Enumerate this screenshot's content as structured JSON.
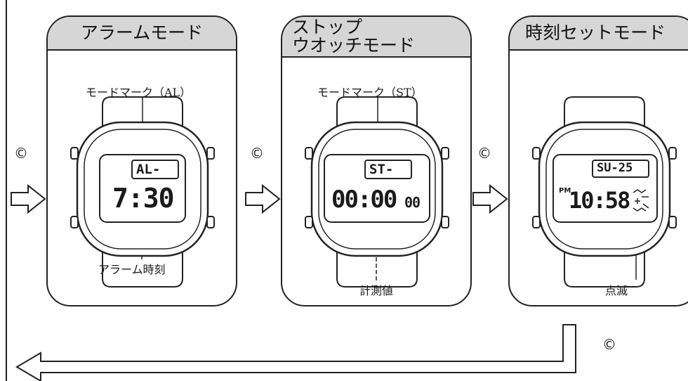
{
  "panels": [
    {
      "title": "アラームモード",
      "top_label": "モードマーク（AL）",
      "bottom_label": "アラーム時刻",
      "lcd": {
        "small_left": "",
        "mode_box": "AL-",
        "time": "7:30",
        "suffix": ""
      }
    },
    {
      "title_line1": "ストップ",
      "title_line2": "ウオッチモード",
      "top_label": "モードマーク（ST）",
      "bottom_label": "計測値",
      "lcd": {
        "small_left": "",
        "mode_box": "ST-",
        "time": "00:00",
        "suffix": "00"
      }
    },
    {
      "title": "時刻セットモード",
      "top_label": "",
      "bottom_label": "点滅",
      "lcd": {
        "small_left": "PM",
        "mode_box": "SU-25",
        "time": "10:58",
        "suffix": ""
      }
    }
  ],
  "button_mark": "©",
  "colors": {
    "header_bg": "#d6d6d6",
    "line": "#222222",
    "arrow_fill": "#ffffff"
  }
}
